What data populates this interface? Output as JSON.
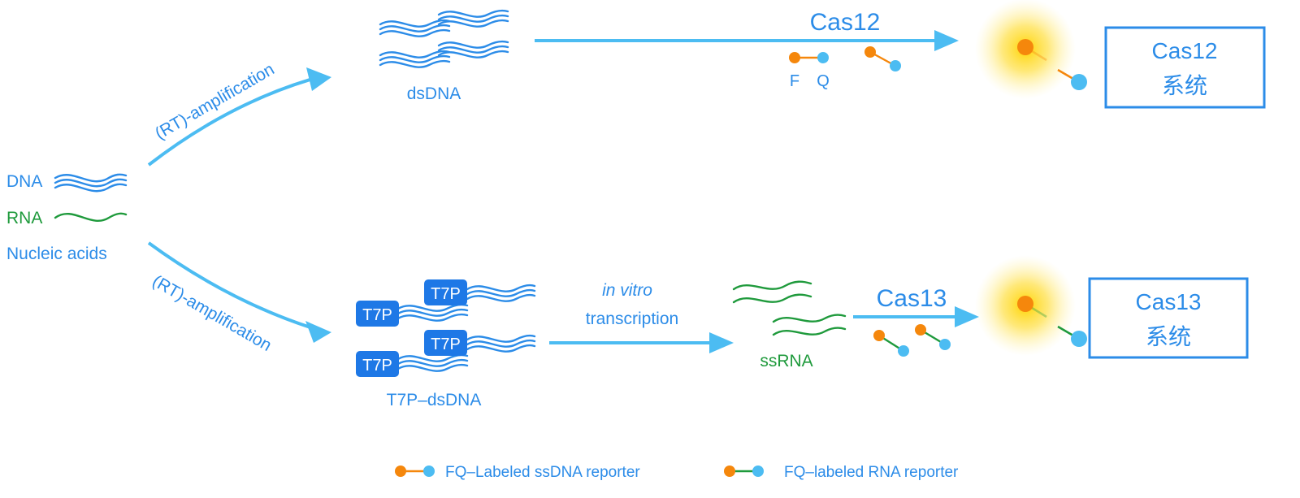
{
  "colors": {
    "blue": "#2c8ce8",
    "light_blue": "#4cbcf2",
    "green": "#1f9a3c",
    "orange": "#f5870c",
    "tag_blue": "#1e78e6",
    "glow": "#ffd400"
  },
  "inputs": {
    "dna_label": "DNA",
    "rna_label": "RNA",
    "nucleic_label": "Nucleic acids"
  },
  "top": {
    "amplification_label": "(RT)-amplification",
    "product_label": "dsDNA",
    "enzyme_label": "Cas12",
    "f_label": "F",
    "q_label": "Q",
    "system_line1": "Cas12",
    "system_line2": "系统"
  },
  "bottom": {
    "amplification_label": "(RT)-amplification",
    "promoter_tag": "T7P",
    "product_label": "T7P–dsDNA",
    "ivt_line1": "in vitro",
    "ivt_line2": "transcription",
    "ssrna_label": "ssRNA",
    "enzyme_label": "Cas13",
    "system_line1": "Cas13",
    "system_line2": "系统"
  },
  "legend": {
    "dna_reporter": "FQ–Labeled ssDNA reporter",
    "rna_reporter": "FQ–labeled RNA reporter"
  }
}
